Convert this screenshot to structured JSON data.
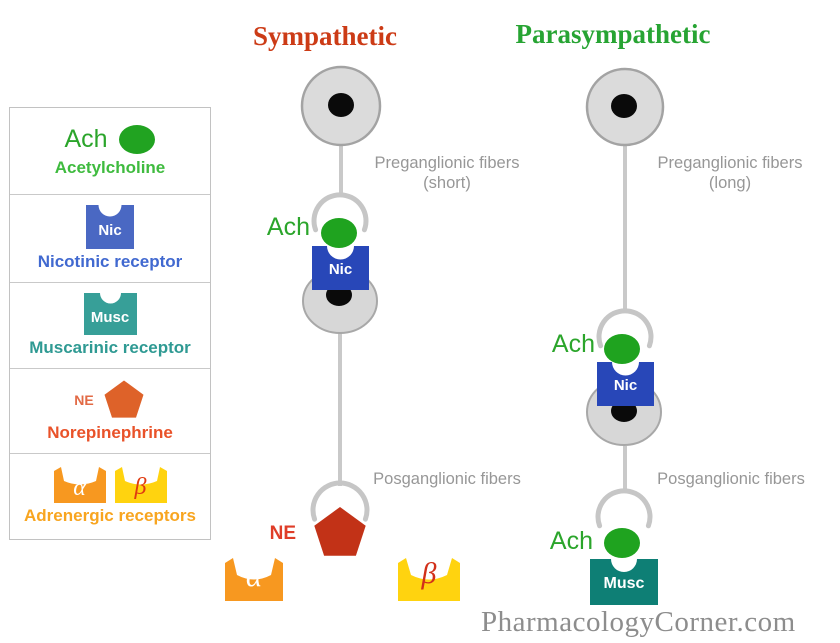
{
  "header": {
    "sympathetic": "Sympathetic",
    "parasympathetic": "Parasympathetic"
  },
  "sympathetic": {
    "pre_fiber_label": "Preganglionic fibers",
    "pre_fiber_sub": "(short)",
    "post_fiber_label": "Posganglionic fibers",
    "ganglion_nt": "Ach",
    "ganglion_receptor": "Nic",
    "terminal_nt": "NE",
    "alpha_receptor": "α",
    "beta_receptor": "β"
  },
  "parasympathetic": {
    "pre_fiber_label": "Preganglionic fibers",
    "pre_fiber_sub": "(long)",
    "post_fiber_label": "Posganglionic fibers",
    "ganglion_nt": "Ach",
    "ganglion_receptor": "Nic",
    "terminal_nt": "Ach",
    "terminal_receptor": "Musc"
  },
  "legend": {
    "rows": [
      {
        "label": "Ach",
        "name": "Acetylcholine"
      },
      {
        "label": "Nic",
        "name": "Nicotinic receptor"
      },
      {
        "label": "Musc",
        "name": "Muscarinic receptor"
      },
      {
        "label": "NE",
        "name": "Norepinephrine"
      },
      {
        "alpha": "α",
        "beta": "β",
        "name": "Adrenergic receptors"
      }
    ]
  },
  "watermark": "PharmacologyCorner.com",
  "colors": {
    "sympathetic_title": "#CC3B16",
    "parasympathetic_title": "#27A433",
    "acetylcholine_green": "#21A321",
    "nicotinic_blue_diagram": "#2847B8",
    "nicotinic_blue_legend": "#4A68C3",
    "muscarinic_teal_diagram": "#0E7F75",
    "muscarinic_teal_legend": "#379F98",
    "norepinephrine_pentagon_diagram": "#C23217",
    "norepinephrine_pentagon_legend": "#DE6229",
    "alpha_orange": "#F79820",
    "beta_yellow": "#FFD30F",
    "beta_glyph_red": "#D2301A",
    "fiber_gray": "#C9C9C9",
    "soma_gray": "#DBDBDB",
    "label_gray": "#979797",
    "watermark_gray": "#8D8D8D"
  }
}
